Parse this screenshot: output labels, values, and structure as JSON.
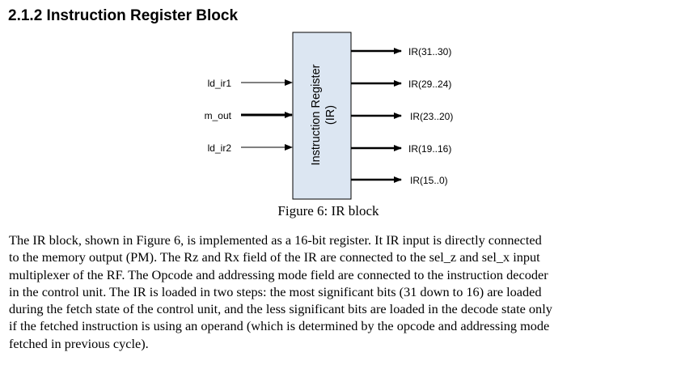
{
  "section_heading": "2.1.2 Instruction Register Block",
  "figure": {
    "block_label_line1": "Instruction Register",
    "block_label_line2": "(IR)",
    "block_color": "#dce6f2",
    "inputs": [
      "ld_ir1",
      "m_out",
      "ld_ir2"
    ],
    "outputs": [
      "IR(31..30)",
      "IR(29..24)",
      "IR(23..20)",
      "IR(19..16)",
      "IR(15..0)"
    ],
    "caption": "Figure 6: IR block"
  },
  "paragraph_lines": [
    "The IR block, shown in Figure 6,  is implemented as a 16-bit register. It IR input is directly connected",
    "to the memory output (PM). The Rz and Rx field of the IR are connected to the sel_z and sel_x input",
    "multiplexer of the RF. The Opcode and addressing mode field are connected to the instruction decoder",
    "in the control unit. The IR is loaded in two steps: the most significant bits (31 down to 16) are loaded",
    "during the fetch state of the control unit, and the less significant bits are loaded in the decode state only",
    "if the fetched instruction is using an operand (which is determined by the opcode and addressing mode",
    "fetched in previous cycle)."
  ]
}
